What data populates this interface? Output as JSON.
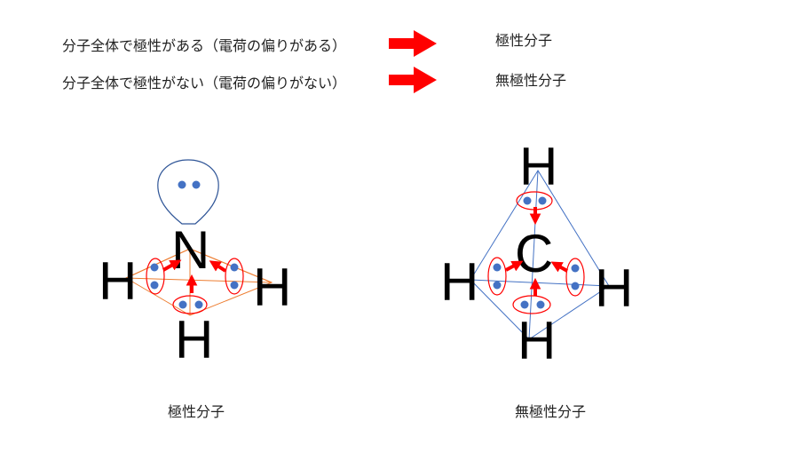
{
  "rows": [
    {
      "condition": "分子全体で極性がある（電荷の偏りがある）",
      "result": "極性分子"
    },
    {
      "condition": "分子全体で極性がない（電荷の偏りがない）",
      "result": "無極性分子"
    }
  ],
  "molecules": [
    {
      "center": "N",
      "outer": [
        "H",
        "H",
        "H"
      ],
      "caption": "極性分子"
    },
    {
      "center": "C",
      "outer": [
        "H",
        "H",
        "H",
        "H"
      ],
      "caption": "無極性分子"
    }
  ],
  "colors": {
    "arrow": "#ff0000",
    "electron": "#4472c4",
    "bond_ring": "#ff0000",
    "lone_pair_outline": "#2f5597",
    "nh3_frame": "#ed7d31",
    "ch4_frame": "#4472c4"
  }
}
